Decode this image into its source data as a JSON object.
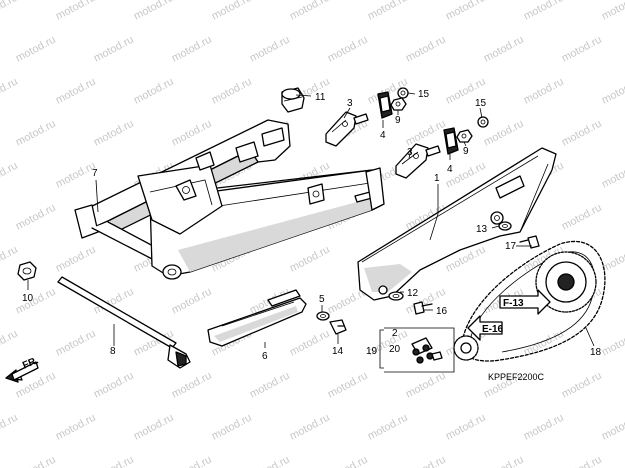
{
  "watermark": "motod.ru",
  "callouts": {
    "p1": "1",
    "p2": "2",
    "p3a": "3",
    "p3b": "3",
    "p4a": "4",
    "p4b": "4",
    "p5": "5",
    "p6": "6",
    "p7": "7",
    "p8": "8",
    "p9a": "9",
    "p9b": "9",
    "p10": "10",
    "p11": "11",
    "p12": "12",
    "p13": "13",
    "p14": "14",
    "p15a": "15",
    "p15b": "15",
    "p16": "16",
    "p17": "17",
    "p18": "18",
    "p19": "19",
    "p20": "20"
  },
  "references": {
    "f13": "F-13",
    "e16": "E-16"
  },
  "front_marker": "FR.",
  "diagram_code": "KPPEF2200C"
}
